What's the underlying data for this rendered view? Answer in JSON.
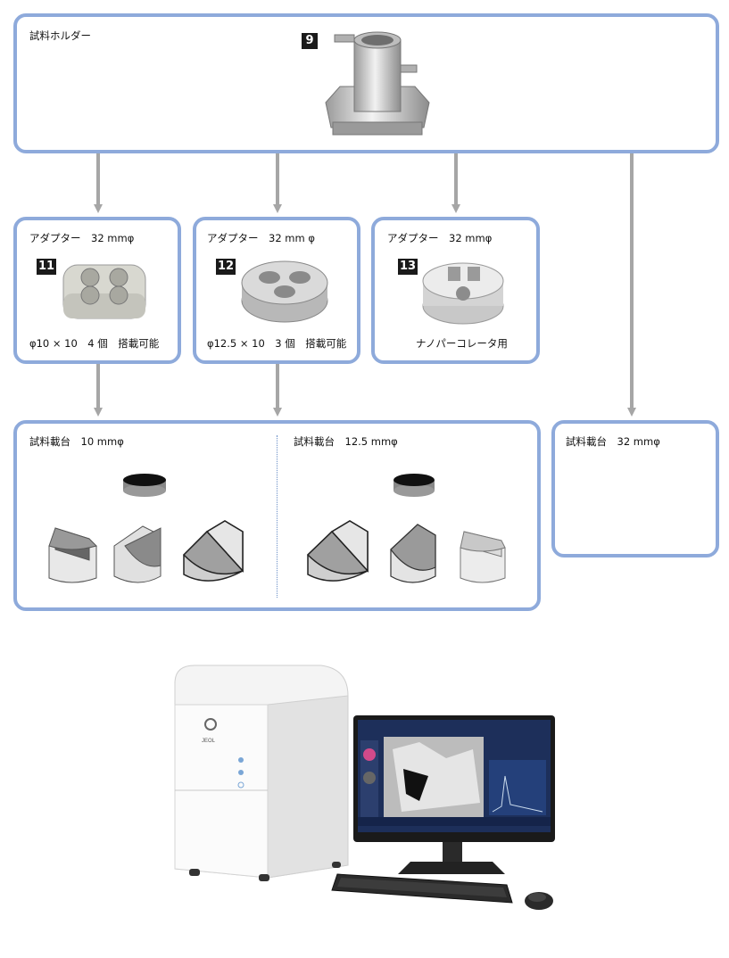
{
  "holder": {
    "title": "試料ホルダー",
    "number": "9"
  },
  "adapters": [
    {
      "title": "アダプター　32 mmφ",
      "number": "11",
      "caption": "φ10 × 10　4 個　搭載可能"
    },
    {
      "title": "アダプター　32 mm φ",
      "number": "12",
      "caption": "φ12.5 × 10　3 個　搭載可能"
    },
    {
      "title": "アダプター　32 mmφ",
      "number": "13",
      "caption": "ナノパーコレータ用"
    }
  ],
  "stages": {
    "small": {
      "title": "試料載台　10 mmφ"
    },
    "medium": {
      "title": "試料載台　12.5 mmφ"
    },
    "large": {
      "title": "試料載台　32 mmφ"
    }
  },
  "instrument": {
    "brand": "JEOL"
  },
  "colors": {
    "box_border": "#8eaadb",
    "arrow": "#a6a6a6",
    "number_bg": "#1a1a1a"
  }
}
